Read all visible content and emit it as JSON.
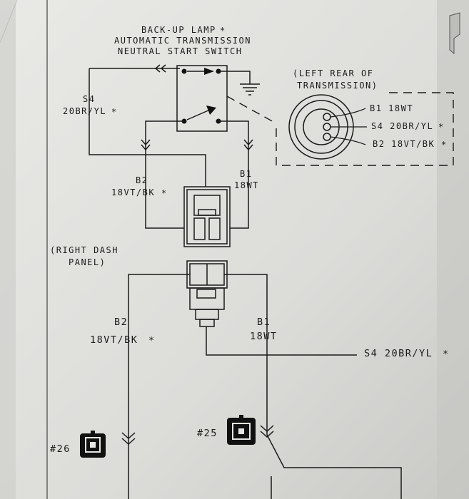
{
  "switch": {
    "title_line1": "BACK-UP LAMP",
    "title_line2": "AUTOMATIC TRANSMISSION",
    "title_line3": "NEUTRAL START SWITCH"
  },
  "location_left_rear": {
    "line1": "(LEFT REAR OF",
    "line2": "TRANSMISSION)"
  },
  "pin_labels": {
    "b1": "B1 18WT",
    "s4": "S4 20BR/YL",
    "b2": "B2 18VT/BK"
  },
  "wires_upper": {
    "s4_code": "S4",
    "s4_spec": "20BR/YL",
    "b2_code": "B2",
    "b2_spec": "18VT/BK",
    "b1_code": "B1",
    "b1_spec": "18WT"
  },
  "location_dash": {
    "line1": "(RIGHT DASH",
    "line2": "PANEL)"
  },
  "wires_lower": {
    "b2_code": "B2",
    "b2_spec": "18VT/BK",
    "b1_code": "B1",
    "b1_spec": "18WT",
    "s4_label": "S4 20BR/YL"
  },
  "connectors": {
    "c26": "#26",
    "c25": "#25"
  },
  "marks": {
    "star": "*"
  }
}
